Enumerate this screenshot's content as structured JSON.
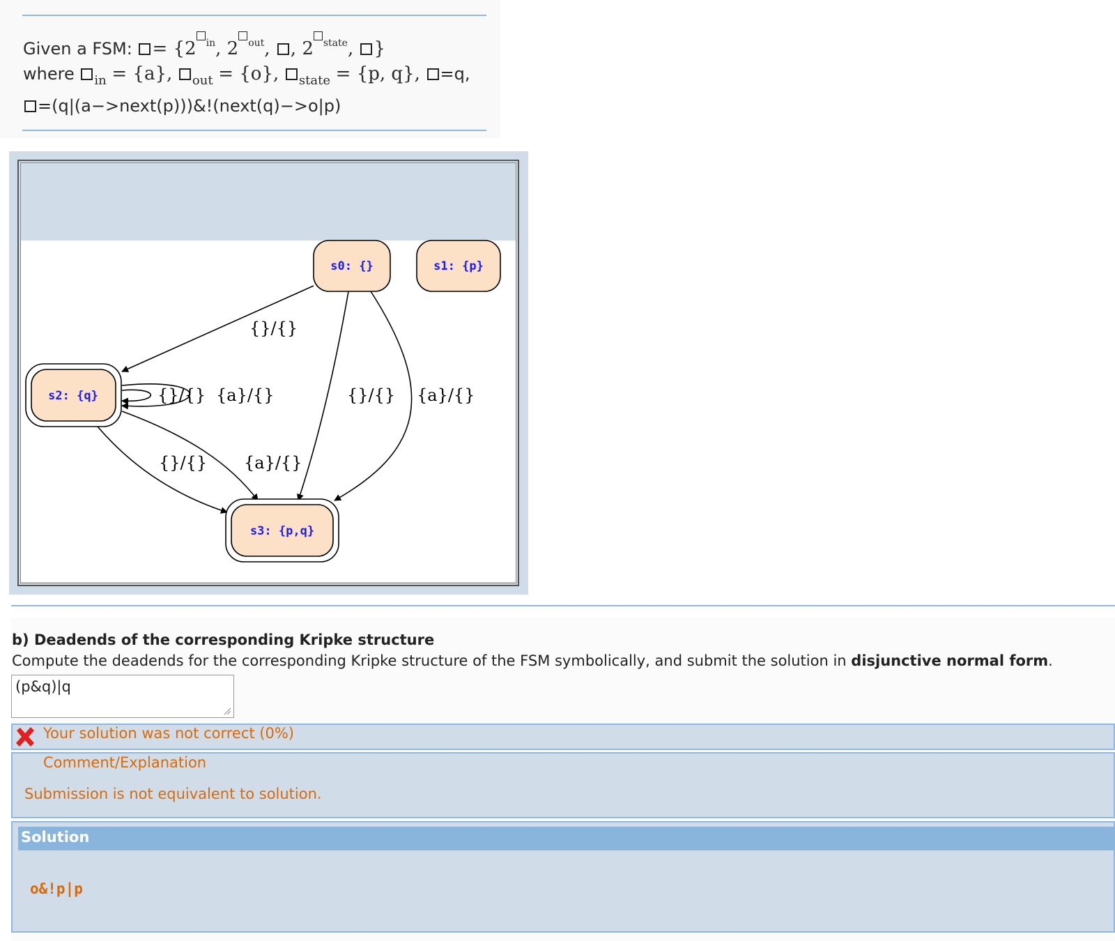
{
  "problem": {
    "intro": "Given a FSM:",
    "set_open": "= {2",
    "in_sub": "in",
    "out_sub": "out",
    "state_sub": "state",
    "where": "where",
    "in_set": "= {a},",
    "out_set": "= {o},",
    "state_set": "= {p, q},",
    "init": "=q,",
    "trans": "=(q|(a−>next(p)))&!(next(q)−>o|p)"
  },
  "diagram": {
    "states": [
      "s0: {}",
      "s1: {p}",
      "s2: {q}",
      "s3: {p,q}"
    ],
    "edge_labels": [
      "{}/{}",
      "{}/{}",
      "{a}/{}",
      "{}/{}",
      "{a}/{}",
      "{}/{}",
      "{a}/{}"
    ]
  },
  "section_b": {
    "title": "b) Deadends of the corresponding Kripke structure",
    "desc_prefix": "Compute the deadends for the corresponding Kripke structure of the FSM symbolically, and submit the solution in ",
    "desc_bold": "disjunctive normal form",
    "desc_suffix": ".",
    "answer_value": "(p&q)|q"
  },
  "feedback": {
    "result": "Your solution was not correct (0%)",
    "comment_title": "Comment/Explanation",
    "comment_text": "Submission is not equivalent to solution."
  },
  "solution": {
    "title": "Solution",
    "value": "o&!p|p"
  },
  "colors": {
    "state_fill": "#fde1c6",
    "state_text": "#1a1aff",
    "feedback_orange": "#d96a0a",
    "panel_blue": "#d0dde8",
    "header_blue": "#89b5dc",
    "error_red": "#e02020"
  }
}
